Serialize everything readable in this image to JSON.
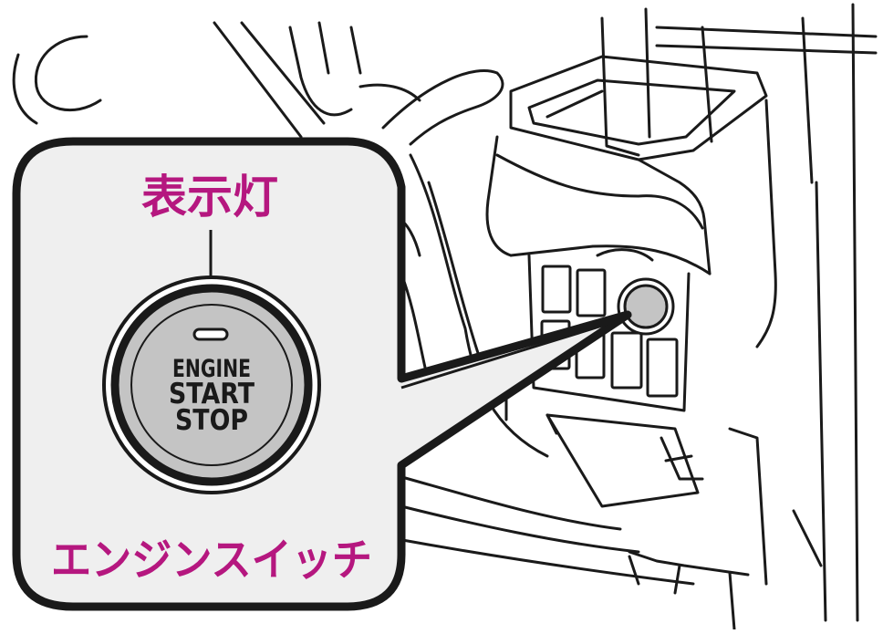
{
  "labels": {
    "indicator_light": "表示灯",
    "engine_switch": "エンジンスイッチ",
    "button_line_1": "ENGINE",
    "button_line_2": "START",
    "button_line_3": "STOP"
  },
  "colors": {
    "label_magenta": "#b5177f",
    "button_gray": "#c4c4c4",
    "panel_fill": "#efefef",
    "line_black": "#1a1a1a",
    "background": "#ffffff"
  },
  "icons": {
    "indicator": "indicator-light-icon",
    "button": "engine-start-stop-button-icon"
  }
}
